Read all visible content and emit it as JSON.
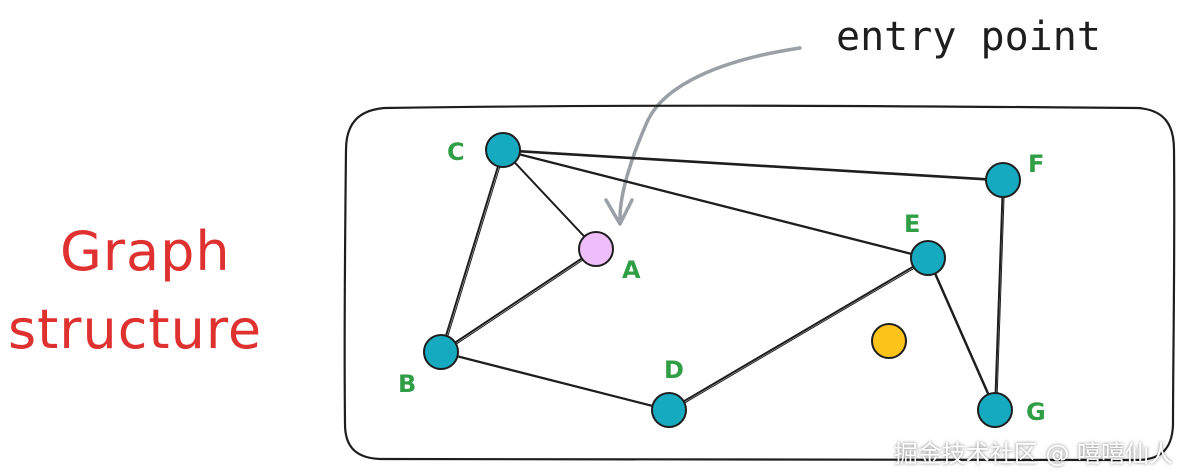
{
  "title_lines": [
    "Graph",
    "structure"
  ],
  "entry_label": "entry point",
  "watermark": "掘金技术社区 @ 嘻嘻仙人",
  "colors": {
    "title": "#e03131",
    "node_fill": "#15aabf",
    "entry_node_fill": "#eebefa",
    "isolated_node_fill": "#fcc419",
    "label": "#2f9e44",
    "arrow": "#9aa0a6",
    "stroke": "#1e1e1e"
  },
  "nodes": [
    {
      "id": "C",
      "label": "C",
      "type": "regular"
    },
    {
      "id": "F",
      "label": "F",
      "type": "regular"
    },
    {
      "id": "E",
      "label": "E",
      "type": "regular"
    },
    {
      "id": "A",
      "label": "A",
      "type": "entry"
    },
    {
      "id": "B",
      "label": "B",
      "type": "regular"
    },
    {
      "id": "D",
      "label": "D",
      "type": "regular"
    },
    {
      "id": "G",
      "label": "G",
      "type": "regular"
    },
    {
      "id": "Y",
      "label": "",
      "type": "isolated"
    }
  ],
  "edges": [
    [
      "C",
      "F"
    ],
    [
      "C",
      "E"
    ],
    [
      "C",
      "A"
    ],
    [
      "C",
      "B"
    ],
    [
      "A",
      "B"
    ],
    [
      "B",
      "D"
    ],
    [
      "D",
      "E"
    ],
    [
      "E",
      "G"
    ],
    [
      "F",
      "G"
    ]
  ]
}
